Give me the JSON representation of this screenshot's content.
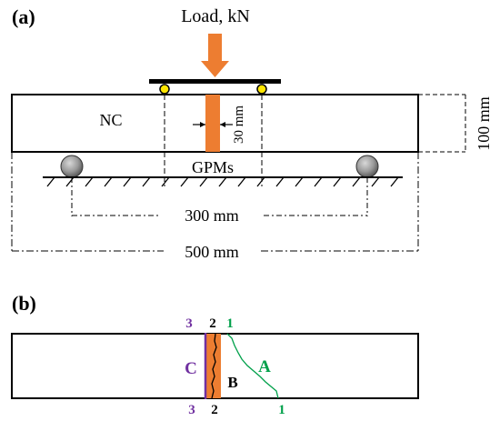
{
  "panel_a": {
    "label": "(a)",
    "load_label": "Load, kN",
    "nc_label": "NC",
    "gpm_label": "GPMs",
    "gap_label": "30 mm",
    "height_label": "100 mm",
    "span_label": "300 mm",
    "length_label": "500 mm"
  },
  "panel_b": {
    "label": "(b)",
    "top_3": "3",
    "top_2": "2",
    "top_1": "1",
    "bottom_3": "3",
    "bottom_2": "2",
    "bottom_1": "1",
    "region_c": "C",
    "region_b": "B",
    "region_a": "A"
  },
  "colors": {
    "orange": "#ED7D31",
    "purple": "#7030A0",
    "green": "#00A04A",
    "yellow": "#FFE600",
    "roller": "#9A9A9A",
    "line": "#000000"
  }
}
